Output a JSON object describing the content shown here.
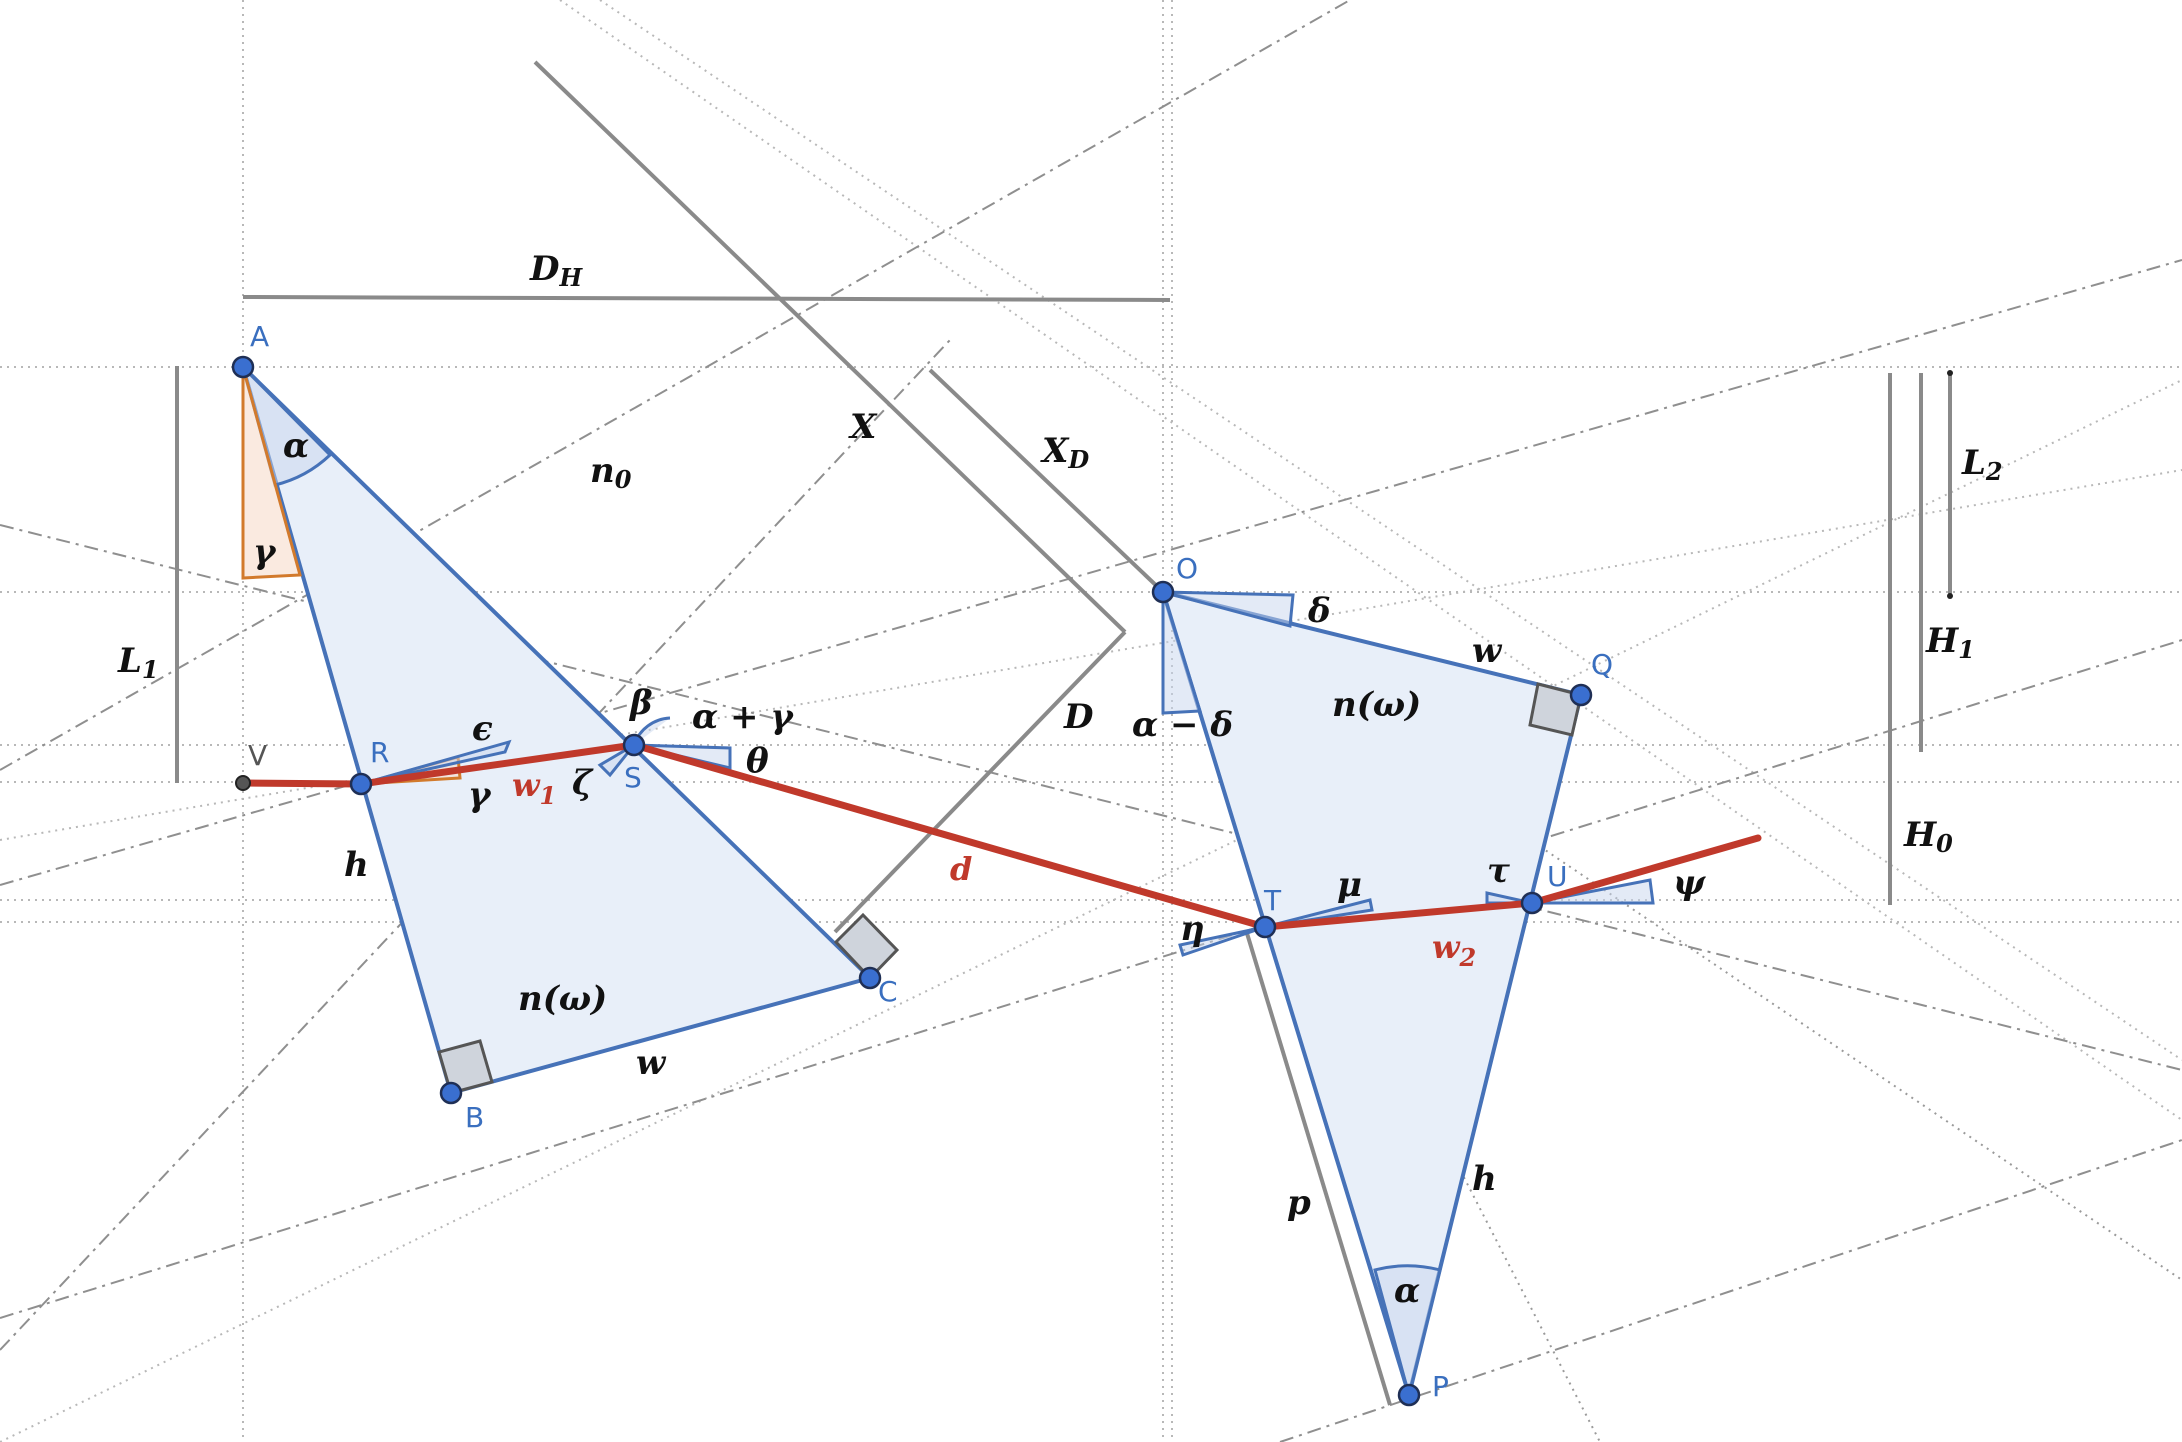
{
  "points": {
    "A": "A",
    "B": "B",
    "C": "C",
    "O": "O",
    "P": "P",
    "Q": "Q",
    "R": "R",
    "S": "S",
    "T": "T",
    "U": "U",
    "V": "V"
  },
  "labels": {
    "DH": "D",
    "DH_sub": "H",
    "X": "X",
    "XD": "X",
    "XD_sub": "D",
    "n0": "n",
    "n0_sub": "0",
    "L1": "L",
    "L1_sub": "1",
    "L2": "L",
    "L2_sub": "2",
    "H1": "H",
    "H1_sub": "1",
    "H0": "H",
    "H0_sub": "0",
    "D": "D",
    "d": "d",
    "w1": "w",
    "w1_sub": "1",
    "w2": "w",
    "w2_sub": "2",
    "n_omega_left": "n(ω)",
    "n_omega_right": "n(ω)",
    "w_left": "w",
    "w_right": "w",
    "h_left": "h",
    "h_right": "h",
    "p": "p"
  },
  "angles": {
    "alpha_A": "α",
    "gamma_A": "γ",
    "epsilon": "ϵ",
    "gamma_R": "γ",
    "zeta": "ζ",
    "beta": "β",
    "alpha_plus_gamma": "α + γ",
    "theta": "θ",
    "delta": "δ",
    "alpha_minus_delta": "α − δ",
    "eta": "η",
    "mu": "μ",
    "tau": "τ",
    "psi": "ψ",
    "alpha_P": "α"
  },
  "colors": {
    "triangle_fill": "#e8eff9",
    "triangle_edge": "#4672b8",
    "ray": "#c0392b",
    "construction": "#8a8a8a",
    "angle_orange": "#d27a2c",
    "point_fill": "#3a6fd0"
  }
}
